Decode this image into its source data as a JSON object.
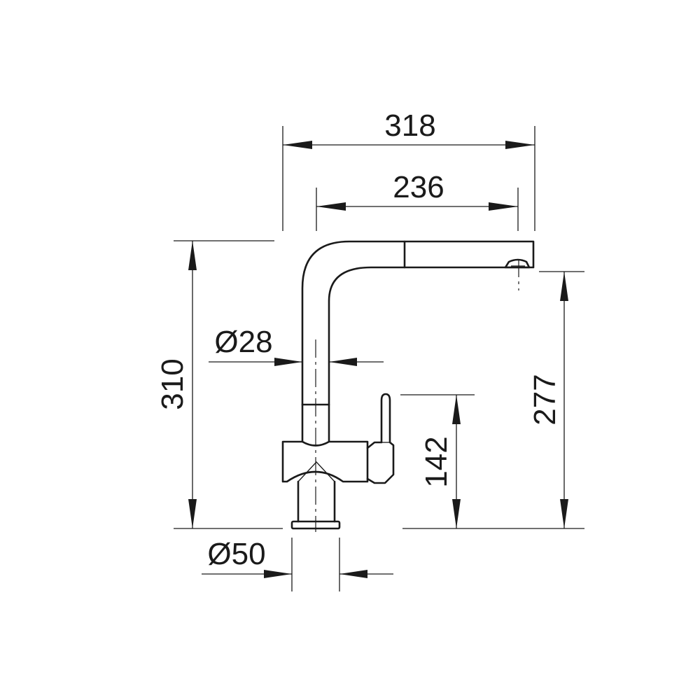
{
  "dimensions": {
    "overall_width": "318",
    "spout_reach": "236",
    "overall_height": "310",
    "spout_height": "277",
    "lever_height": "142",
    "spout_diameter": "Ø28",
    "base_diameter": "Ø50"
  }
}
